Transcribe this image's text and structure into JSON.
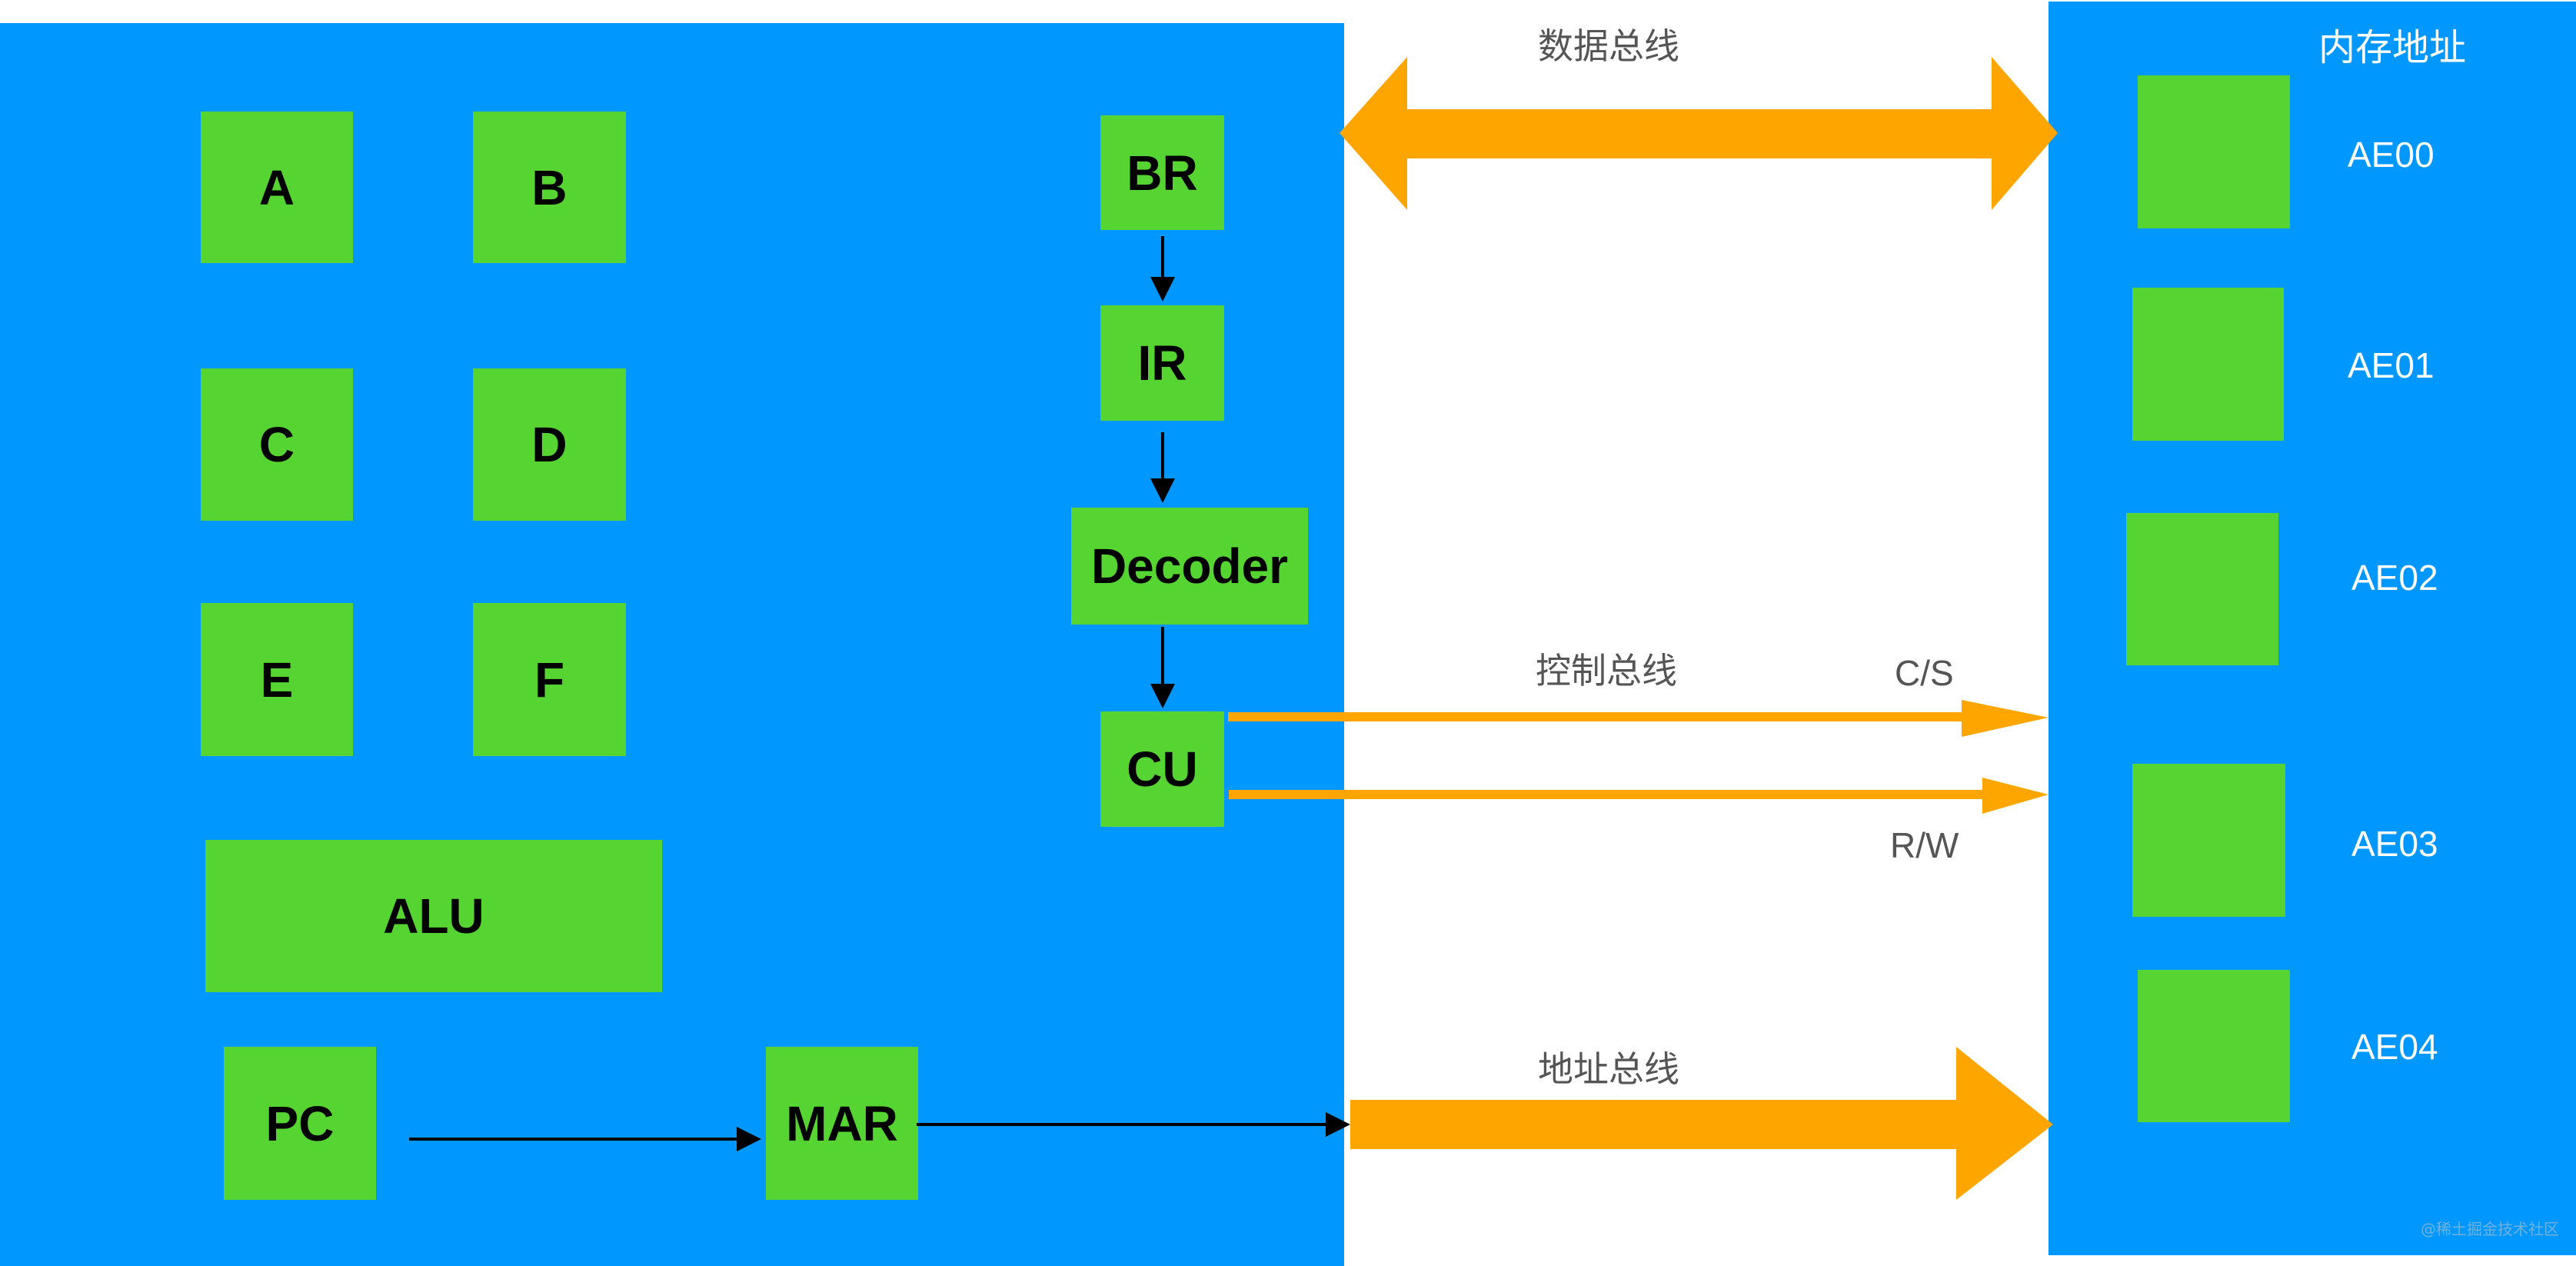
{
  "diagram": {
    "cpu": {
      "registers": [
        "A",
        "B",
        "C",
        "D",
        "E",
        "F"
      ],
      "alu": "ALU",
      "pc": "PC",
      "mar": "MAR",
      "br": "BR",
      "ir": "IR",
      "decoder": "Decoder",
      "cu": "CU"
    },
    "memory": {
      "title": "内存地址",
      "addresses": [
        "AE00",
        "AE01",
        "AE02",
        "AE03",
        "AE04"
      ]
    },
    "buses": {
      "data_bus": "数据总线",
      "control_bus": "控制总线",
      "address_bus": "地址总线",
      "control_signals": [
        "C/S",
        "R/W"
      ]
    },
    "colors": {
      "panel": "#0098ff",
      "component": "#56d431",
      "bus": "#ffa500"
    },
    "watermark": "@稀土掘金技术社区"
  }
}
